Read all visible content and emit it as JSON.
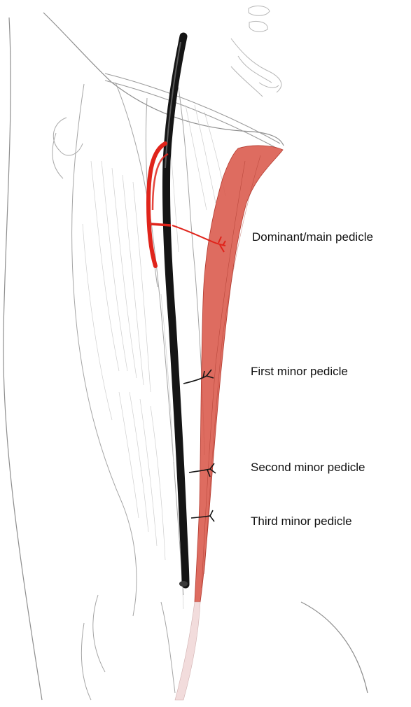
{
  "labels": {
    "dominant": "Dominant/main pedicle",
    "first": "First minor pedicle",
    "second": "Second minor pedicle",
    "third": "Third minor pedicle"
  },
  "colors": {
    "background": "#ffffff",
    "outline": "#9a9a9a",
    "muscle_fiber": "#c8c8c8",
    "gracilis_muscle": "#d9584a",
    "gracilis_tendon": "#f2dcdc",
    "artery": "#e0241b",
    "vessel_trunk": "#151515",
    "label_text": "#111111"
  }
}
